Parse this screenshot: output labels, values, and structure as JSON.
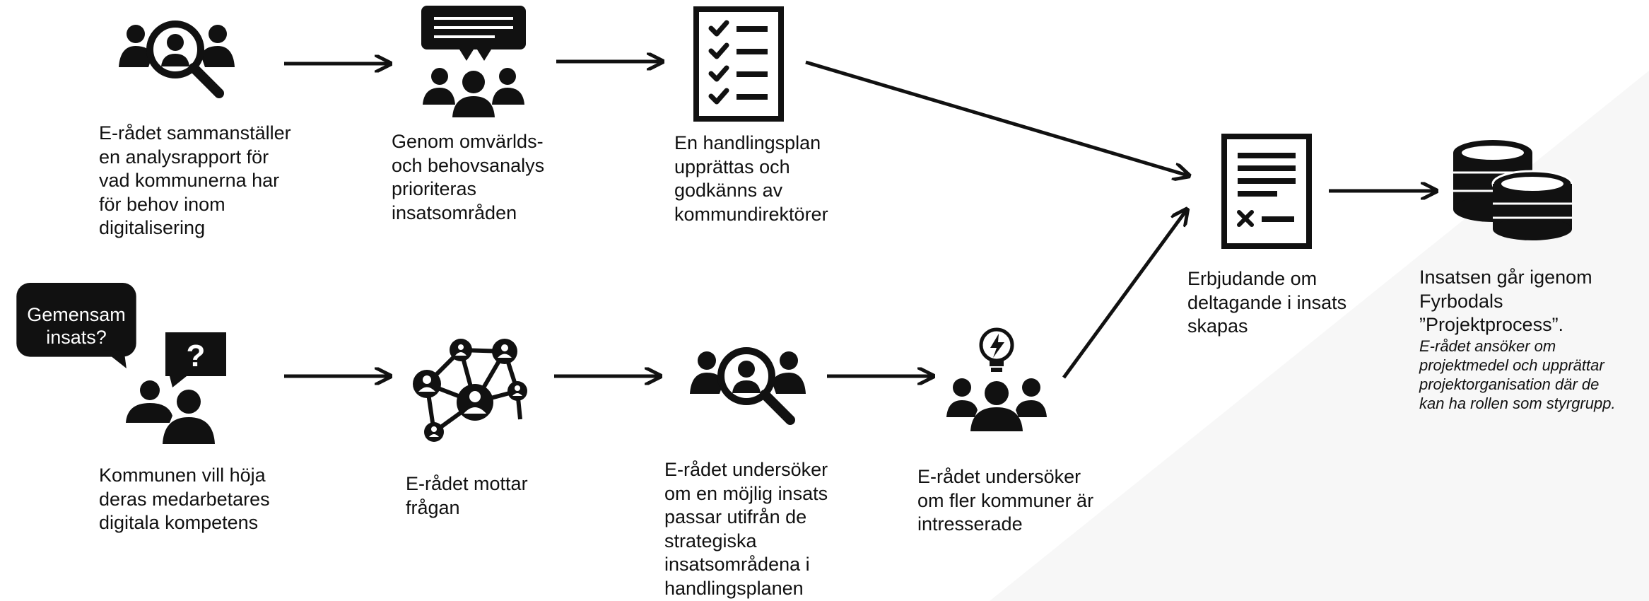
{
  "steps": {
    "analysrapport": "E-rådet sammanställer\nen analysrapport för\nvad kommunerna har\nför behov inom\ndigitalisering",
    "omvarldsanalys": "Genom omvärlds-\noch behovsanalys\nprioriteras\ninsatsområden",
    "handlingsplan": "En handlingsplan\nupprättas och\ngodkänns av\nkommundirektörer",
    "erbjudande": "Erbjudande om\ndeltagande i insats\nskapas",
    "projektprocess": "Insatsen går igenom\nFyrbodals\n”Projektprocess”.",
    "projektprocess_note": "E-rådet ansöker om\nprojektmedel och upprättar\nprojektorganisation där de\nkan ha rollen som styrgrupp.",
    "kommunen": "Kommunen vill höja\nderas medarbetares\ndigitala kompetens",
    "mottar": "E-rådet mottar\nfrågan",
    "undersoker_insats": "E-rådet undersöker\nom en möjlig insats\npassar utifrån de\nstrategiska\ninsatsområdena i\nhandlingsplanen",
    "undersoker_kommuner": "E-rådet undersöker\nom fler kommuner är\nintresserade"
  },
  "bubble": {
    "text": "Gemensam\ninsats?"
  },
  "icons": {
    "analysrapport": "people-magnifier-icon",
    "omvarldsanalys": "group-discussion-icon",
    "handlingsplan": "checklist-icon",
    "erbjudande": "contract-document-icon",
    "projektprocess": "coin-stacks-icon",
    "kommunen": "people-question-icon",
    "mottar": "network-icon",
    "undersoker_insats": "people-magnifier-icon",
    "undersoker_kommuner": "people-lightbulb-icon"
  },
  "colors": {
    "ink": "#111111",
    "background": "#ffffff"
  }
}
